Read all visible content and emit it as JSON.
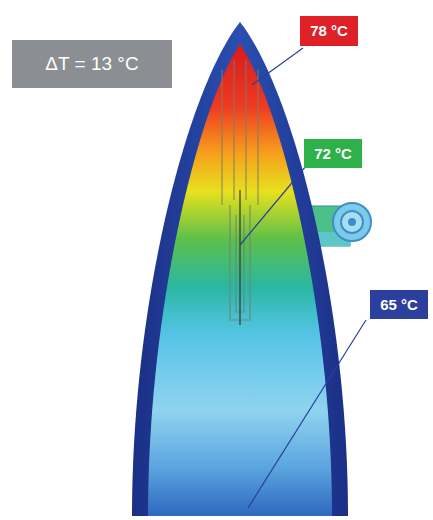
{
  "diagram": {
    "nodes": [
      {
        "text": [
          "ΔT = 13 °C"
        ]
      },
      {
        "text": [
          "78 °C"
        ]
      },
      {
        "text": [
          "72 °C"
        ]
      },
      {
        "text": [
          "65 °C"
        ]
      }
    ]
  }
}
